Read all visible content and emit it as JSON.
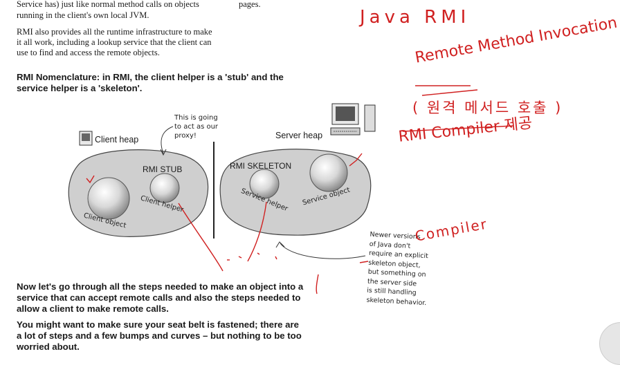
{
  "intro": {
    "line1": "Service has) just like normal method calls on objects",
    "line2": "running in the client's own local JVM.",
    "pages": "pages.",
    "para2_line1": "RMI also provides all the runtime infrastructure to make",
    "para2_line2": "it all work, including a lookup service that the client can",
    "para2_line3": "use to find and access the remote objects."
  },
  "nomenclature": {
    "line1": "RMI Nomenclature: in RMI, the client helper is a 'stub' and the",
    "line2": "service helper is a 'skeleton'."
  },
  "diagram": {
    "client_heap": "Client heap",
    "server_heap": "Server heap",
    "rmi_stub": "RMI STUB",
    "rmi_skeleton": "RMI SKELETON",
    "client_object": "Client object",
    "client_helper": "Client helper",
    "service_helper": "Service helper",
    "service_object": "Service object",
    "proxy_note": [
      "This is going",
      "to act as our",
      "proxy!"
    ],
    "side_note": [
      "Newer versions",
      "of Java don't",
      "require an explicit",
      "skeleton object,",
      "but something on",
      "the server side",
      "is still handling",
      "skeleton behavior."
    ]
  },
  "steps": {
    "line1": "Now let's go through all the steps needed to make an object into a",
    "line2": "service that can accept remote calls and also the steps needed to",
    "line3": "allow a client to make remote calls."
  },
  "seatbelt": {
    "line1": "You might want to make sure your seat belt is fastened; there are",
    "line2": "a lot of steps and a few bumps and curves – but nothing to be too",
    "line3": "worried about."
  },
  "annotations": {
    "java_rmi": "Java  RMI",
    "remote_method": "Remote Method Invocation",
    "korean": "( 원격 메서드 호출 )",
    "rmi_compiler": "RMI  Compiler 제공",
    "compiler": "Compiler"
  },
  "colors": {
    "annotation": "#d02020",
    "heap": "#cfcfcf"
  }
}
